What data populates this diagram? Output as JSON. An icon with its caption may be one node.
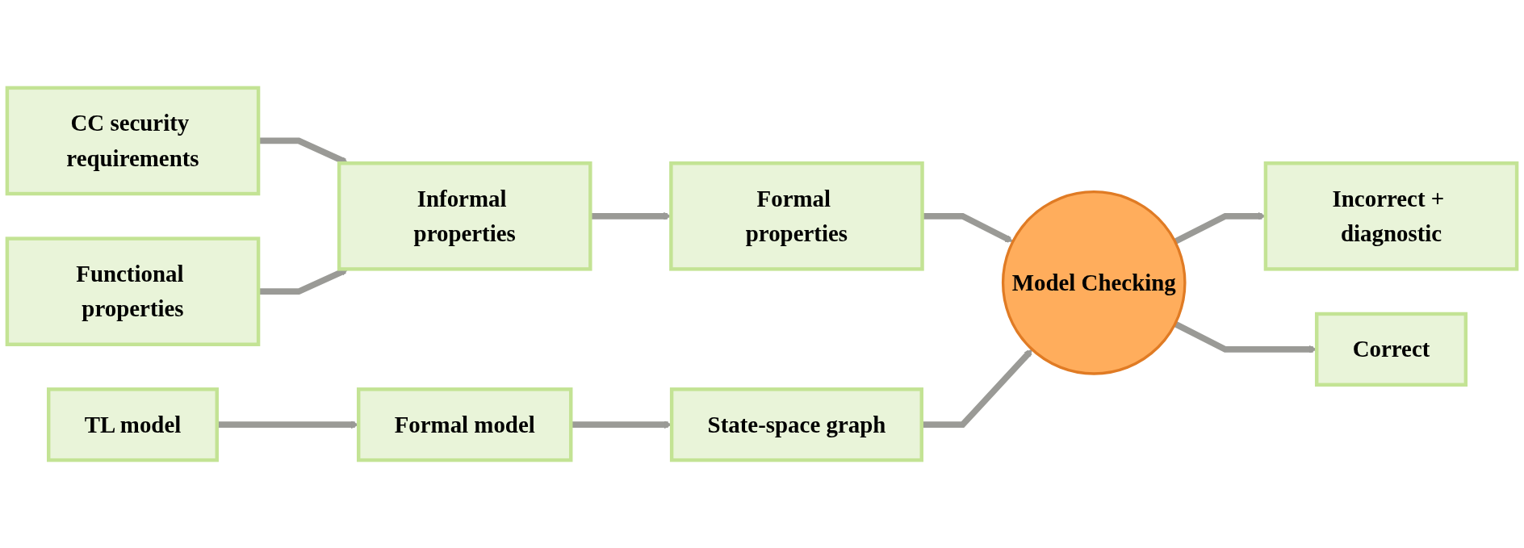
{
  "diagram": {
    "nodes": [
      {
        "text": [
          "CC security requirements"
        ]
      },
      {
        "text": [
          "Functional properties"
        ]
      },
      {
        "text": [
          "Informal properties"
        ]
      },
      {
        "text": [
          "Formal properties"
        ]
      },
      {
        "text": [
          "Model Checking"
        ]
      },
      {
        "text": [
          "Incorrect + diagnostic"
        ]
      },
      {
        "text": [
          "Correct"
        ]
      },
      {
        "text": [
          "TL model"
        ]
      },
      {
        "text": [
          "Formal model"
        ]
      },
      {
        "text": [
          "State-space graph"
        ]
      }
    ],
    "edges": [
      {
        "from": 0,
        "to": 2,
        "arrow": "to"
      },
      {
        "from": 1,
        "to": 2,
        "arrow": "to"
      },
      {
        "from": 2,
        "to": 3,
        "arrow": "to"
      },
      {
        "from": 3,
        "to": 4,
        "arrow": "to"
      },
      {
        "from": 7,
        "to": 8,
        "arrow": "to"
      },
      {
        "from": 8,
        "to": 9,
        "arrow": "to"
      },
      {
        "from": 9,
        "to": 4,
        "arrow": "to"
      },
      {
        "from": 4,
        "to": 5,
        "arrow": "to"
      },
      {
        "from": 4,
        "to": 6,
        "arrow": "to"
      }
    ]
  }
}
